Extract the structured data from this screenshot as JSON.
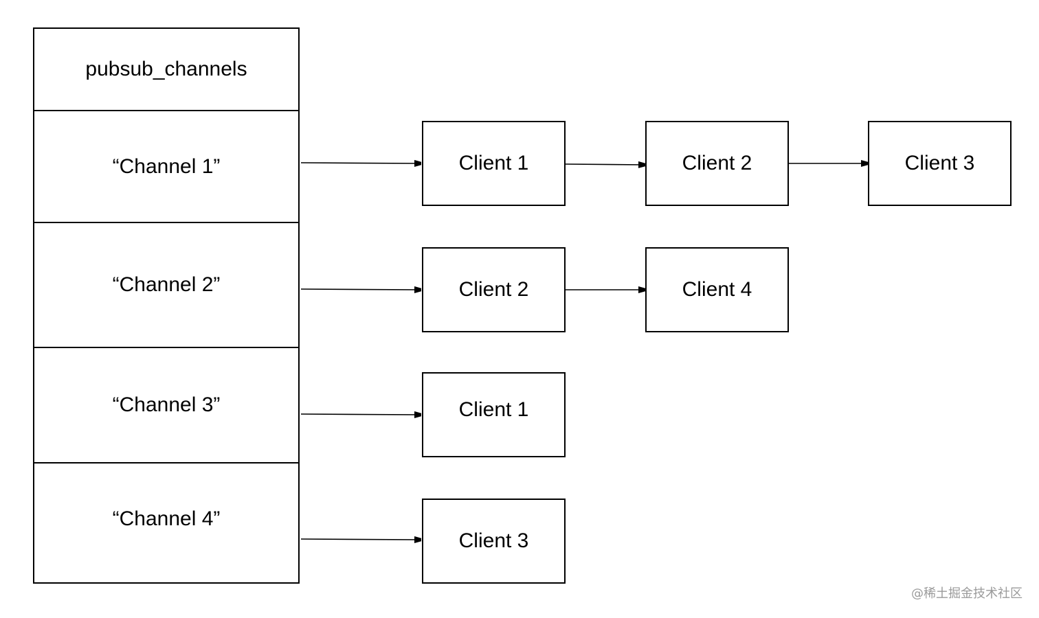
{
  "table": {
    "header": "pubsub_channels",
    "channels": [
      "“Channel 1”",
      "“Channel 2”",
      "“Channel 3”",
      "“Channel 4”"
    ]
  },
  "subscribers": [
    [
      "Client 1",
      "Client 2",
      "Client 3"
    ],
    [
      "Client 2",
      "Client 4"
    ],
    [
      "Client 1"
    ],
    [
      "Client 3"
    ]
  ],
  "watermark": "@稀土掘金技术社区"
}
